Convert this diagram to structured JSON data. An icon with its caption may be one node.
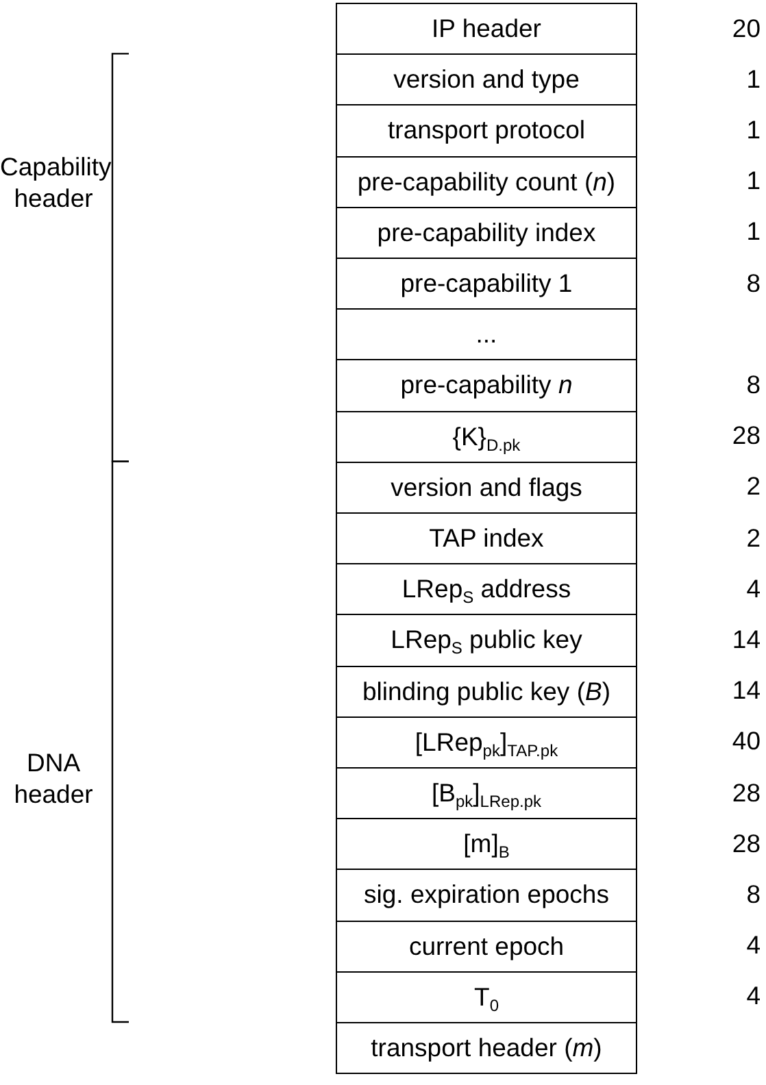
{
  "diagram": {
    "labels": [
      "IP header",
      "20",
      "version and type",
      "1",
      "transport protocol",
      "1",
      "pre-capability count (*n*)",
      "1",
      "pre-capability index",
      "1",
      "pre-capability 1",
      "8",
      "...",
      "pre-capability *n*",
      "8",
      "{K}$_{D.pk}$",
      "28",
      "version and flags",
      "2",
      "TAP index",
      "2",
      "LRep$_{S}$ address",
      "4",
      "LRep$_{S}$ public key",
      "14",
      "blinding public key (*B*)",
      "14",
      "[LRep$_{pk}$]$_{TAP.pk}$",
      "40",
      "[B$_{pk}$]$_{LRep.pk}$",
      "28",
      "[m]$_{B}$",
      "28",
      "sig. expiration epochs",
      "8",
      "current epoch",
      "4",
      "T$_{0}$",
      "4",
      "transport header (*m*)",
      "Capability header",
      "DNA header"
    ]
  }
}
